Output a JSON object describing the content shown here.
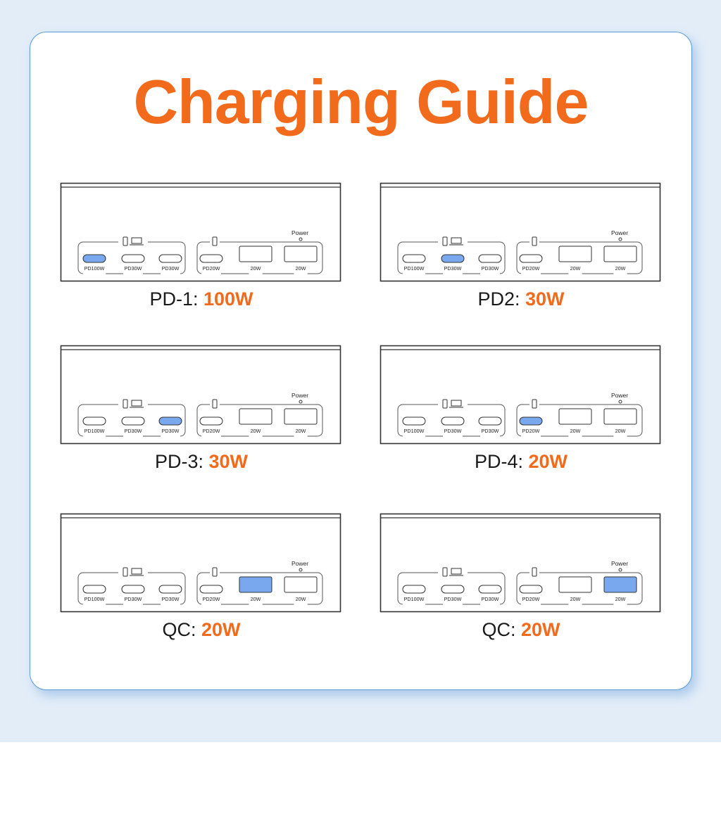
{
  "title": "Charging Guide",
  "highlight_color": "#7aa8ee",
  "accent_color": "#f26a1b",
  "device": {
    "power_label": "Power",
    "left_group": {
      "ports": [
        "PD100W",
        "PD30W",
        "PD30W"
      ]
    },
    "right_group": {
      "ports": [
        "PD20W",
        "20W",
        "20W"
      ]
    },
    "icons": [
      "phone-icon",
      "laptop-icon"
    ]
  },
  "panels": [
    {
      "name": "PD-1",
      "separator": ": ",
      "watt": "100W",
      "highlight": "0"
    },
    {
      "name": "PD2",
      "separator": ": ",
      "watt": "30W",
      "highlight": "1"
    },
    {
      "name": "PD-3",
      "separator": ": ",
      "watt": "30W",
      "highlight": "2"
    },
    {
      "name": "PD-4",
      "separator": ": ",
      "watt": "20W",
      "highlight": "3"
    },
    {
      "name": "QC",
      "separator": ": ",
      "watt": "20W",
      "highlight": "4"
    },
    {
      "name": "QC",
      "separator": ": ",
      "watt": "20W",
      "highlight": "5"
    }
  ]
}
